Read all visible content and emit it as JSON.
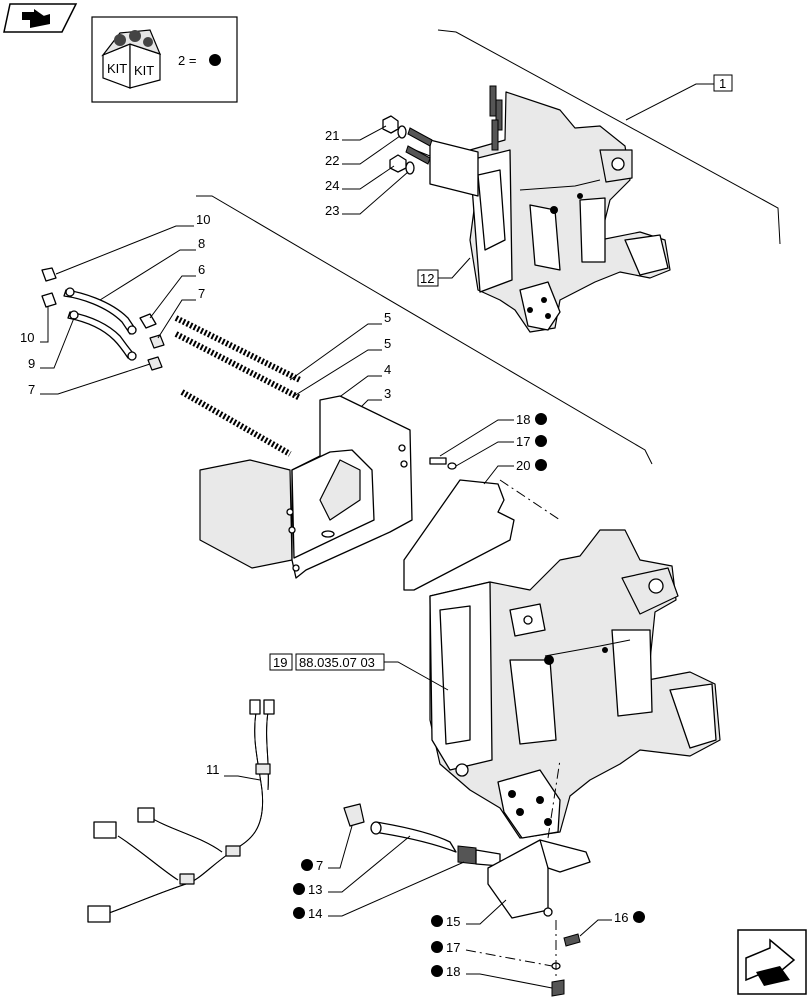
{
  "kit_icon": {
    "left_text": "KIT",
    "right_text": "KIT",
    "legend_text": "2 ="
  },
  "reference": {
    "section": "88.035.07 03",
    "section_item": "19"
  },
  "callouts": {
    "c1": "1",
    "c12": "12",
    "c21": "21",
    "c22": "22",
    "c24": "24",
    "c23": "23",
    "c10a": "10",
    "c8": "8",
    "c6": "6",
    "c10b": "10",
    "c7a": "7",
    "c9": "9",
    "c7b": "7",
    "c5a": "5",
    "c5b": "5",
    "c4": "4",
    "c3": "3",
    "c18a": "18",
    "c17a": "17",
    "c20": "20",
    "c11": "11",
    "c7c": "7",
    "c13": "13",
    "c14": "14",
    "c15": "15",
    "c16": "16",
    "c17b": "17",
    "c18b": "18"
  },
  "icons": {
    "top_nav": "book-arrow-icon",
    "bottom_nav": "next-page-arrow-icon",
    "kit_marker": "filled-circle-icon"
  }
}
